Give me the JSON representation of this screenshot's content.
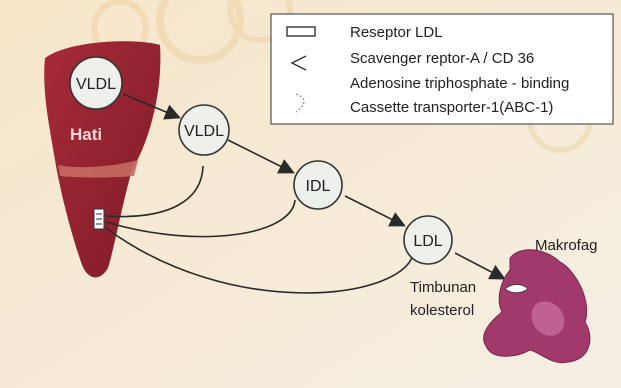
{
  "legend": {
    "items": [
      {
        "label": "Reseptor LDL",
        "icon": "rectangle-receptor-icon"
      },
      {
        "label": "Scavenger reptor-A / CD 36",
        "icon": "angle-receptor-icon"
      },
      {
        "label": "Adenosine triphosphate - binding",
        "icon": ""
      },
      {
        "label": "Cassette transporter-1(ABC-1)",
        "icon": "d-shape-transporter-icon"
      }
    ]
  },
  "nodes": {
    "liver_vldl": "VLDL",
    "vldl": "VLDL",
    "idl": "IDL",
    "ldl": "LDL"
  },
  "liver_label": "Hati",
  "macrophage_label": "Makrofag",
  "cholesterol_label": [
    "Timbunan",
    "kolesterol"
  ],
  "colors": {
    "background": "#f6ecd9",
    "liver": "#9b2431",
    "liver_light": "#c66a63",
    "node_fill": "#eef0ec",
    "macrophage": "#a13a6a",
    "line": "#2a2a2a"
  }
}
